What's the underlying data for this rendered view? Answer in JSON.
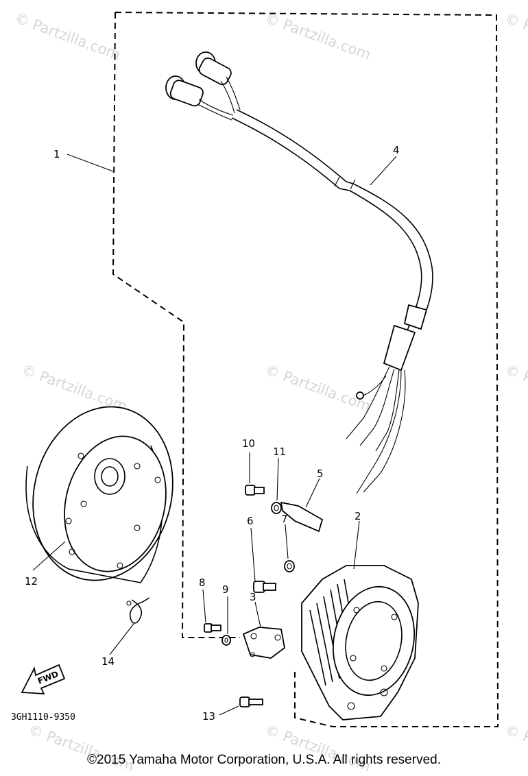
{
  "watermarks": [
    "© Partzilla.com",
    "© Partzilla.com",
    "© Partzilla.com",
    "© Partzilla.com",
    "© Partzilla.com",
    "© Partzilla.com",
    "© Partzilla.com",
    "© Partzilla.com",
    "© Partzilla.com"
  ],
  "callouts": [
    "1",
    "2",
    "3",
    "4",
    "5",
    "6",
    "7",
    "8",
    "9",
    "10",
    "11",
    "12",
    "13",
    "14"
  ],
  "fwd_label": "FWD",
  "diagram_code": "3GH1110-9350",
  "copyright": "©2015 Yamaha Motor Corporation, U.S.A. All rights reserved."
}
